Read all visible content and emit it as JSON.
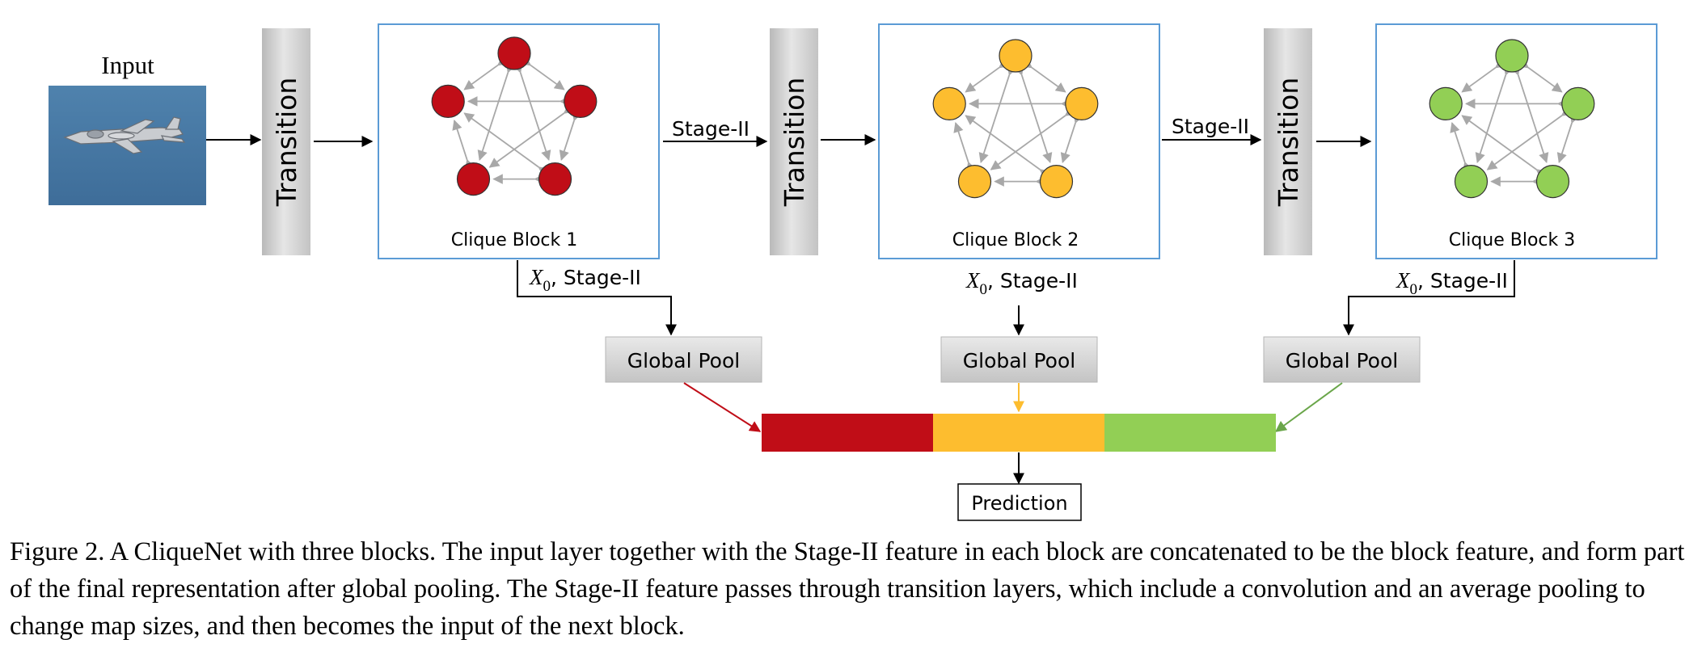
{
  "input_label": "Input",
  "transition_label": "Transition",
  "stage_label": "Stage-II",
  "x0_var": "X",
  "x0_sub": "0",
  "x0_suffix": ", Stage-II",
  "global_pool_label": "Global Pool",
  "prediction_label": "Prediction",
  "blocks": [
    {
      "label": "Clique Block 1",
      "color": "#c00d17"
    },
    {
      "label": "Clique Block 2",
      "color": "#fdbd2f"
    },
    {
      "label": "Clique Block 3",
      "color": "#92cf55"
    }
  ],
  "caption": "Figure 2. A CliqueNet with three blocks. The input layer together with the Stage-II feature in each block are concatenated to be the block feature, and form part of the final representation after global pooling. The Stage-II feature passes through transition layers, which include a convolution and an average pooling to change map sizes, and then becomes the input of the next block.",
  "colors": {
    "block_border": "#5b9bd5",
    "edge": "#a8a8a8",
    "gray_box": "#cfcfcf"
  }
}
